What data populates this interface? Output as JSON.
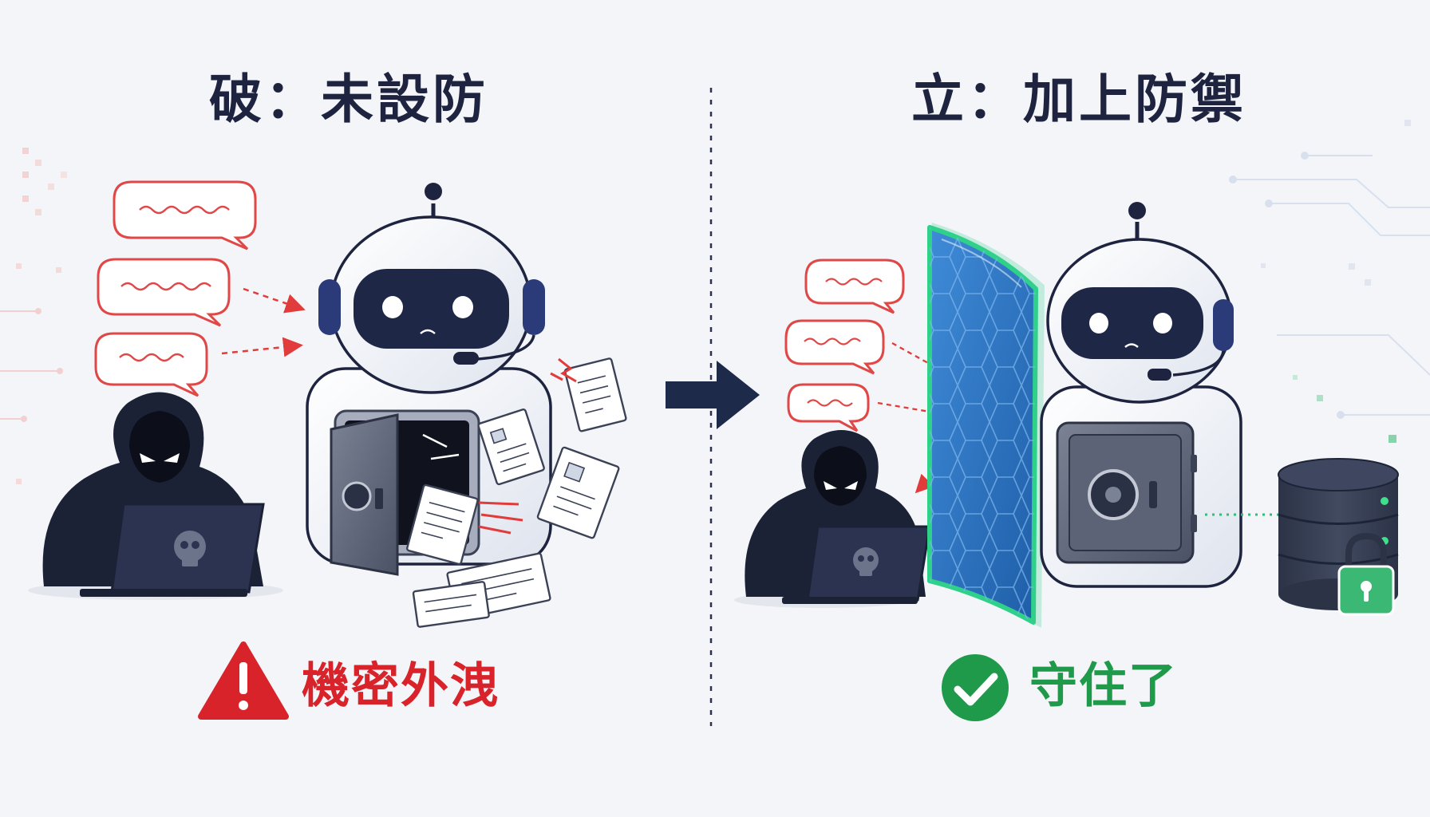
{
  "left_panel": {
    "title": "破：未設防",
    "result_label": "機密外洩",
    "result_icon": "warning-triangle-icon",
    "accent_color": "#d8232a"
  },
  "right_panel": {
    "title": "立：加上防禦",
    "result_label": "守住了",
    "result_icon": "check-circle-icon",
    "accent_color": "#1f9a4b"
  },
  "colors": {
    "navy": "#1e2440",
    "shield": "#2f74c8",
    "shield_glow": "#2fd08a"
  },
  "icons": [
    "hooded-hacker-icon",
    "skull-laptop-icon",
    "robot-icon",
    "safe-icon",
    "document-icon",
    "shield-icon",
    "database-icon",
    "padlock-icon",
    "arrow-right-icon"
  ]
}
